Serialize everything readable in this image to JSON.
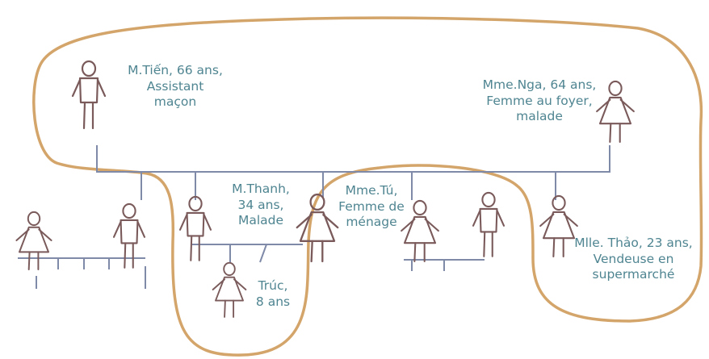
{
  "colors": {
    "household_outline": "#d4a56a",
    "figures": "#7a5a5a",
    "kinship_lines": "#7f8aa8",
    "label_text": "#4f8591"
  },
  "labels": {
    "tien": [
      "M.Tiến, 66 ans,",
      "Assistant",
      "maçon"
    ],
    "nga": [
      "Mme.Nga, 64 ans,",
      "Femme au foyer,",
      "malade"
    ],
    "thanh": [
      "M.Thanh,",
      "34 ans,",
      "Malade"
    ],
    "tu": [
      "Mme.Tú,",
      "Femme de",
      "ménage"
    ],
    "truc": [
      "Trúc,",
      "8 ans"
    ],
    "thao": [
      "Mlle. Thảo, 23 ans,",
      "Vendeuse en",
      "supermarché"
    ]
  },
  "figures": [
    {
      "id": "tien",
      "kind": "male-figure-icon"
    },
    {
      "id": "nga",
      "kind": "female-figure-icon"
    },
    {
      "id": "outer-female",
      "kind": "female-figure-icon"
    },
    {
      "id": "outer-male",
      "kind": "male-figure-icon"
    },
    {
      "id": "thanh",
      "kind": "male-figure-icon"
    },
    {
      "id": "tu",
      "kind": "female-figure-icon"
    },
    {
      "id": "truc",
      "kind": "female-figure-icon"
    },
    {
      "id": "middle-female",
      "kind": "female-figure-icon"
    },
    {
      "id": "middle-male",
      "kind": "male-figure-icon"
    },
    {
      "id": "thao",
      "kind": "female-figure-icon"
    }
  ]
}
